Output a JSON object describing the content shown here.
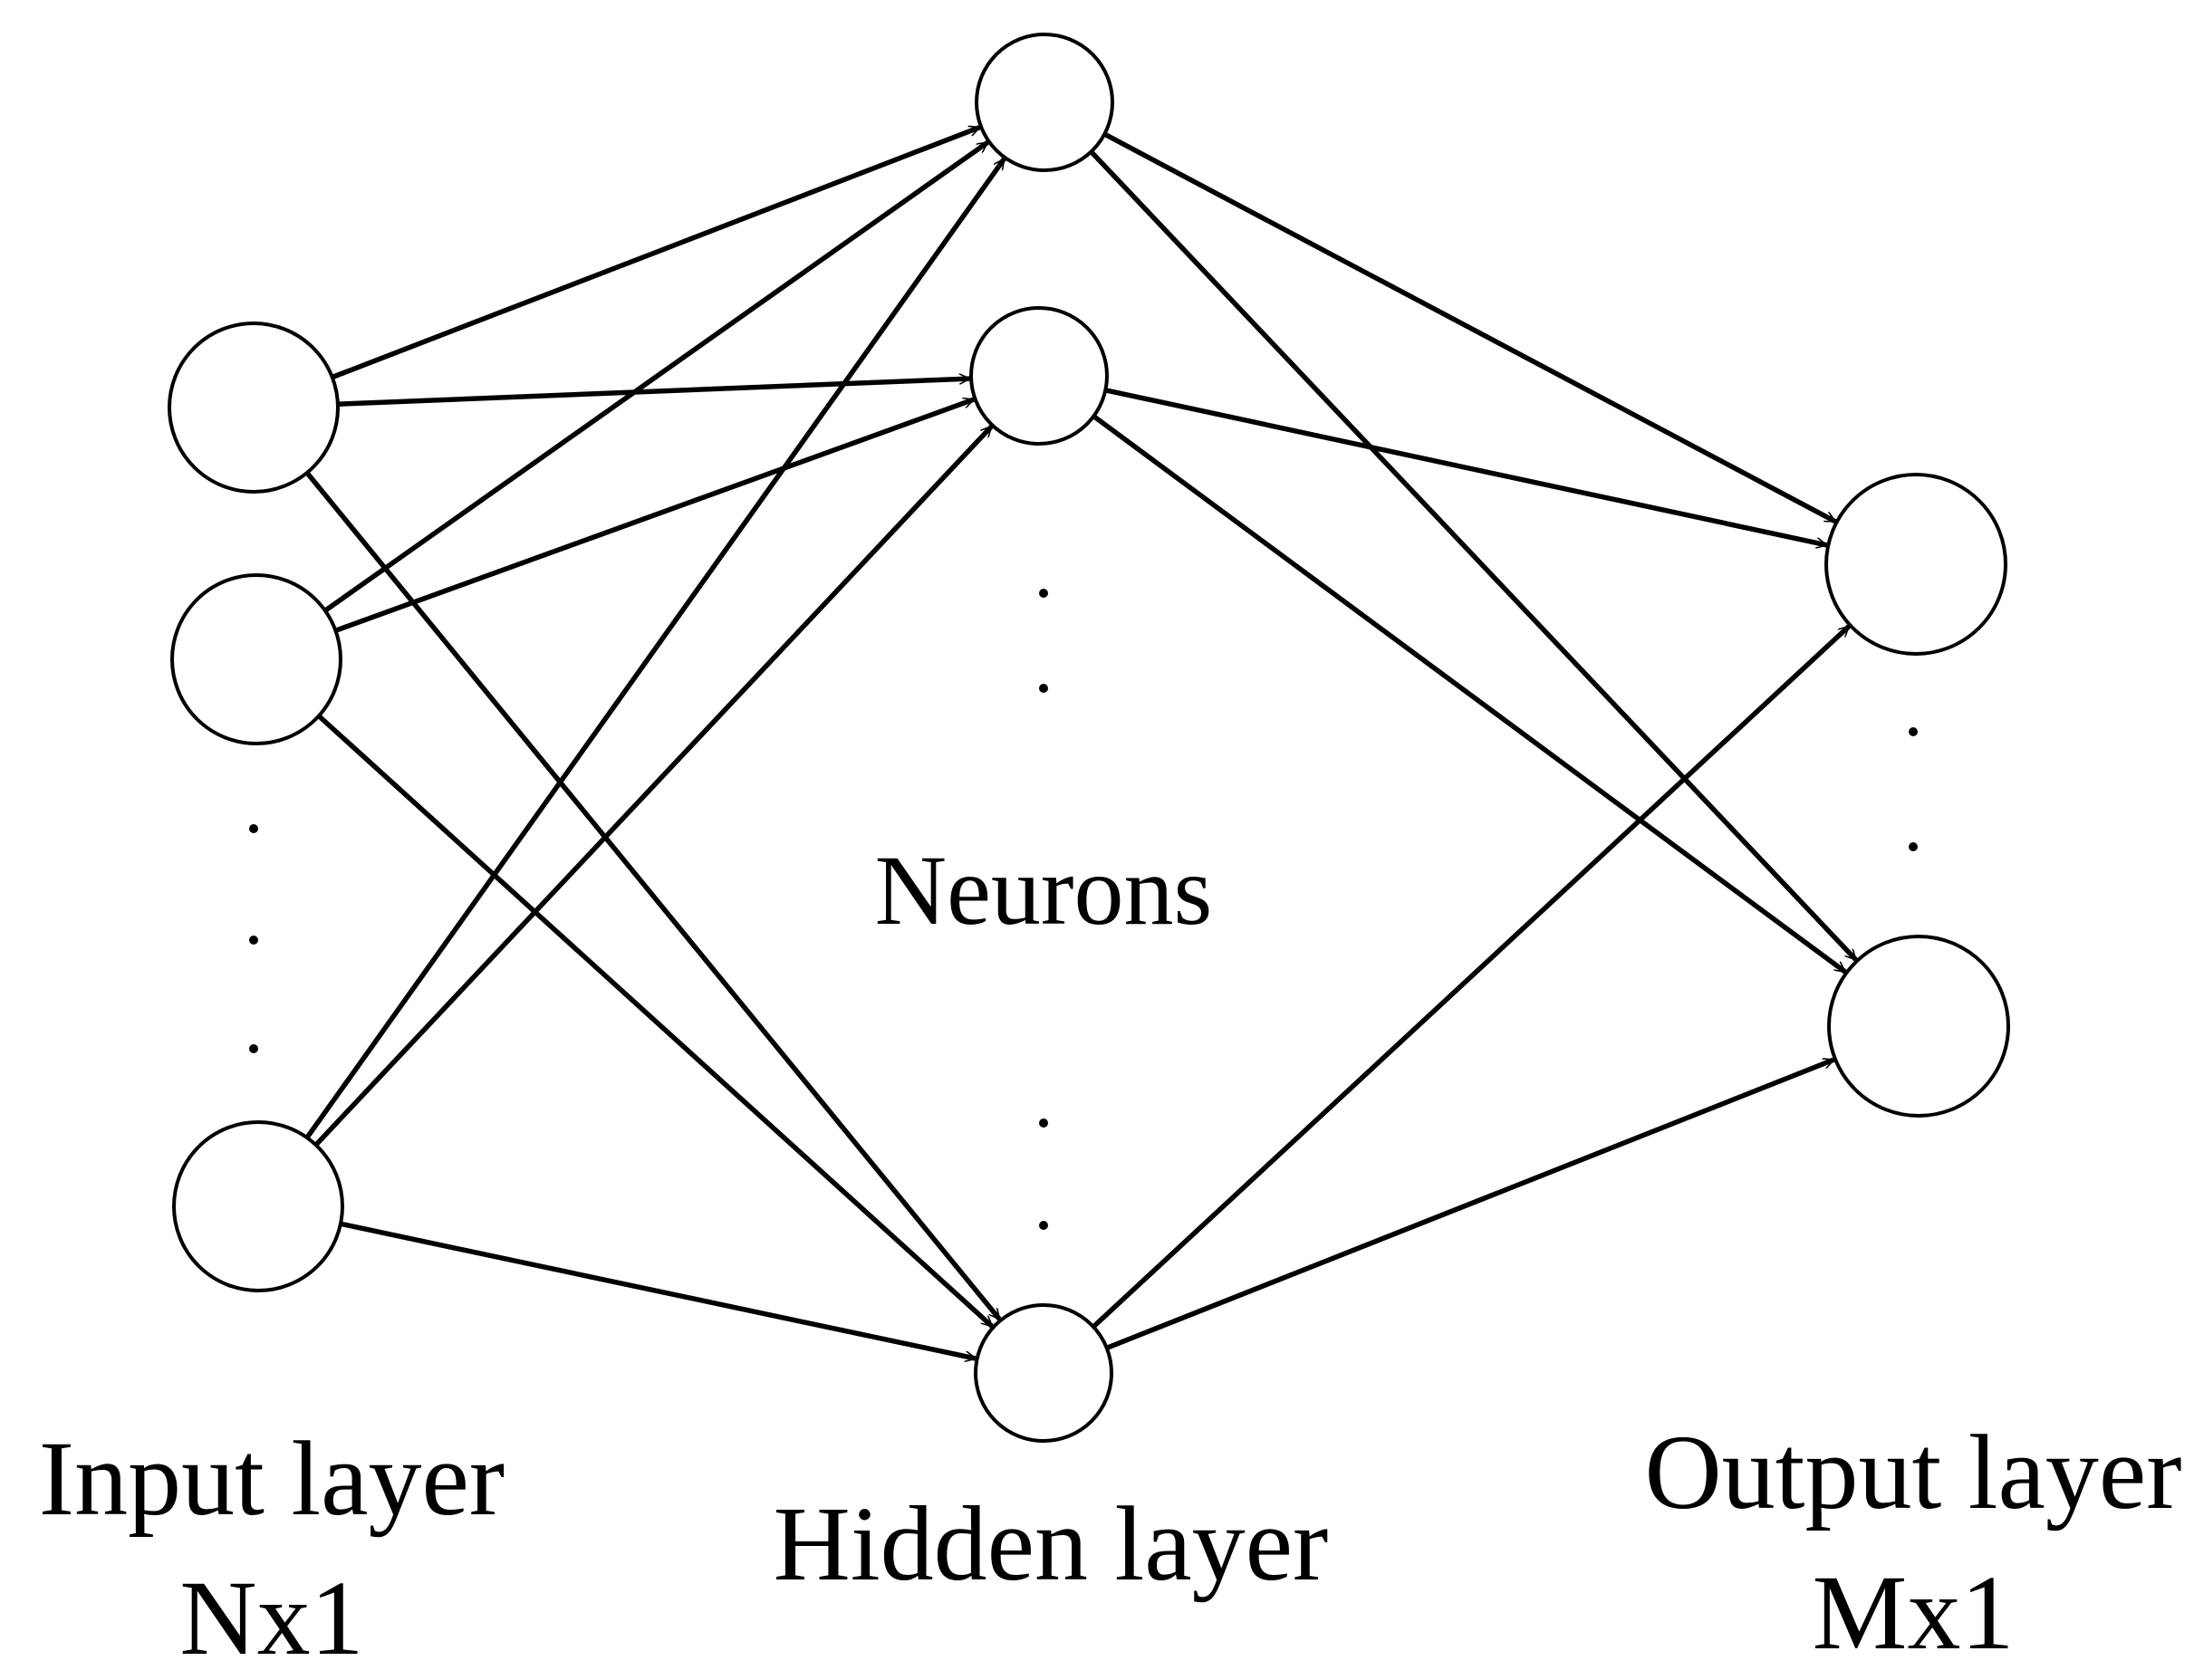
{
  "colors": {
    "stroke": "#000000",
    "background": "#ffffff"
  },
  "labels": {
    "input_layer": "Input layer",
    "input_size": "Nx1",
    "hidden_layer": "Hidden layer",
    "neurons": "Neurons",
    "output_layer": "Output layer",
    "output_size": "Mx1"
  },
  "network": {
    "input_neurons_shown": 3,
    "hidden_neurons_shown": 3,
    "output_neurons_shown": 2,
    "connections": [
      {
        "from": "input-1",
        "to": "hidden-1"
      },
      {
        "from": "input-1",
        "to": "hidden-2"
      },
      {
        "from": "input-1",
        "to": "hidden-3"
      },
      {
        "from": "input-2",
        "to": "hidden-1"
      },
      {
        "from": "input-2",
        "to": "hidden-2"
      },
      {
        "from": "input-2",
        "to": "hidden-3"
      },
      {
        "from": "input-3",
        "to": "hidden-1"
      },
      {
        "from": "input-3",
        "to": "hidden-2"
      },
      {
        "from": "input-3",
        "to": "hidden-3"
      },
      {
        "from": "hidden-1",
        "to": "output-1"
      },
      {
        "from": "hidden-1",
        "to": "output-2"
      },
      {
        "from": "hidden-2",
        "to": "output-1"
      },
      {
        "from": "hidden-2",
        "to": "output-2"
      },
      {
        "from": "hidden-3",
        "to": "output-1"
      },
      {
        "from": "hidden-3",
        "to": "output-2"
      }
    ]
  }
}
